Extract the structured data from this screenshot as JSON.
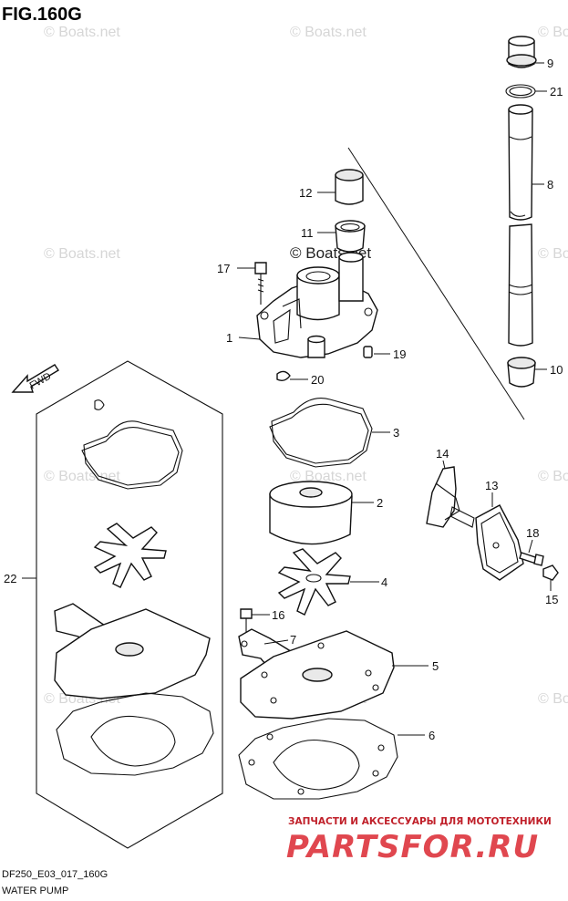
{
  "figure": {
    "title": "FIG.160G",
    "model_code": "DF250_E03_017_160G",
    "section_name": "WATER PUMP"
  },
  "watermark": {
    "text": "© Boats.net"
  },
  "direction_indicator": {
    "label": "FWD"
  },
  "callouts": {
    "c1": "1",
    "c2": "2",
    "c3": "3",
    "c4": "4",
    "c5": "5",
    "c6": "6",
    "c7": "7",
    "c8": "8",
    "c9": "9",
    "c10": "10",
    "c11": "11",
    "c12": "12",
    "c13": "13",
    "c14": "14",
    "c15": "15",
    "c16": "16",
    "c17": "17",
    "c18": "18",
    "c19": "19",
    "c20": "20",
    "c21": "21",
    "c22": "22"
  },
  "footer_brand": {
    "caption": "ЗАПЧАСТИ И АКСЕССУАРЫ ДЛЯ МОТОТЕХНИКИ",
    "name": "PARTSFOR.RU"
  }
}
